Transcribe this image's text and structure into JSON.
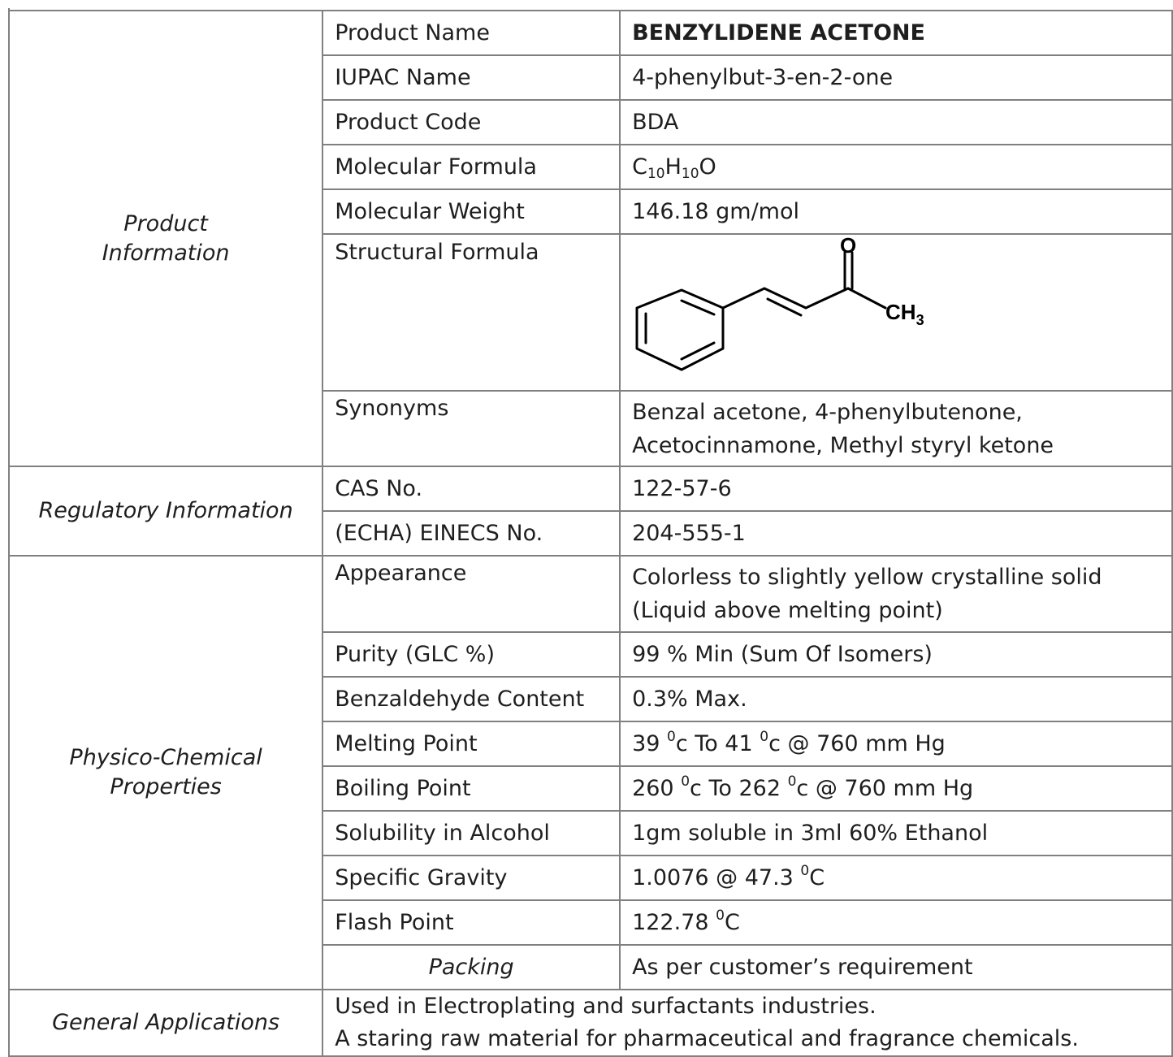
{
  "sections": {
    "product_information": "Product\nInformation",
    "regulatory_information": "Regulatory Information",
    "physico_chemical": "Physico-Chemical\nProperties",
    "packing": "Packing",
    "general_applications": "General Applications"
  },
  "rows": {
    "product_name": {
      "label": "Product Name",
      "value": "BENZYLIDENE ACETONE"
    },
    "iupac_name": {
      "label": "IUPAC Name",
      "value": "4-phenylbut-3-en-2-one"
    },
    "product_code": {
      "label": "Product Code",
      "value": "BDA"
    },
    "molecular_formula": {
      "label": "Molecular Formula",
      "c": "C",
      "c_sub": "10",
      "h": "H",
      "h_sub": "10",
      "o": "O"
    },
    "molecular_weight": {
      "label": "Molecular Weight",
      "value": "146.18 gm/mol"
    },
    "structural_formula": {
      "label": "Structural Formula",
      "atom_o": "O",
      "atom_ch": "CH",
      "atom_ch_sub": "3"
    },
    "synonyms": {
      "label": "Synonyms",
      "line1": "Benzal acetone, 4-phenylbutenone,",
      "line2": "Acetocinnamone, Methyl styryl ketone"
    },
    "cas_no": {
      "label": "CAS No.",
      "value": "122-57-6"
    },
    "einecs_no": {
      "label": "(ECHA) EINECS No.",
      "value": "204-555-1"
    },
    "appearance": {
      "label": "Appearance",
      "line1": "Colorless to slightly yellow crystalline solid",
      "line2": "(Liquid above melting point)"
    },
    "purity": {
      "label": "Purity (GLC %)",
      "value": "99 % Min (Sum Of Isomers)"
    },
    "benzaldehyde": {
      "label": "Benzaldehyde Content",
      "value": "0.3% Max."
    },
    "melting_point": {
      "label": "Melting Point",
      "p1": "39 ",
      "s1": "0",
      "p2": "c To 41 ",
      "s2": "0",
      "p3": "c @ 760 mm Hg"
    },
    "boiling_point": {
      "label": "Boiling Point",
      "p1": "260 ",
      "s1": "0",
      "p2": "c To 262 ",
      "s2": "0",
      "p3": "c @ 760 mm Hg"
    },
    "solubility": {
      "label": "Solubility in Alcohol",
      "value": "1gm soluble in 3ml 60% Ethanol"
    },
    "specific_gravity": {
      "label": "Specific Gravity",
      "p1": "1.0076 @ 47.3 ",
      "s1": "0",
      "p2": "C"
    },
    "flash_point": {
      "label": "Flash Point",
      "p1": "122.78 ",
      "s1": "0",
      "p2": "C"
    }
  },
  "packing": {
    "value": "As per customer’s requirement"
  },
  "applications": {
    "line1": "Used in Electroplating and surfactants industries.",
    "line2": "A staring raw material for pharmaceutical and fragrance chemicals."
  }
}
